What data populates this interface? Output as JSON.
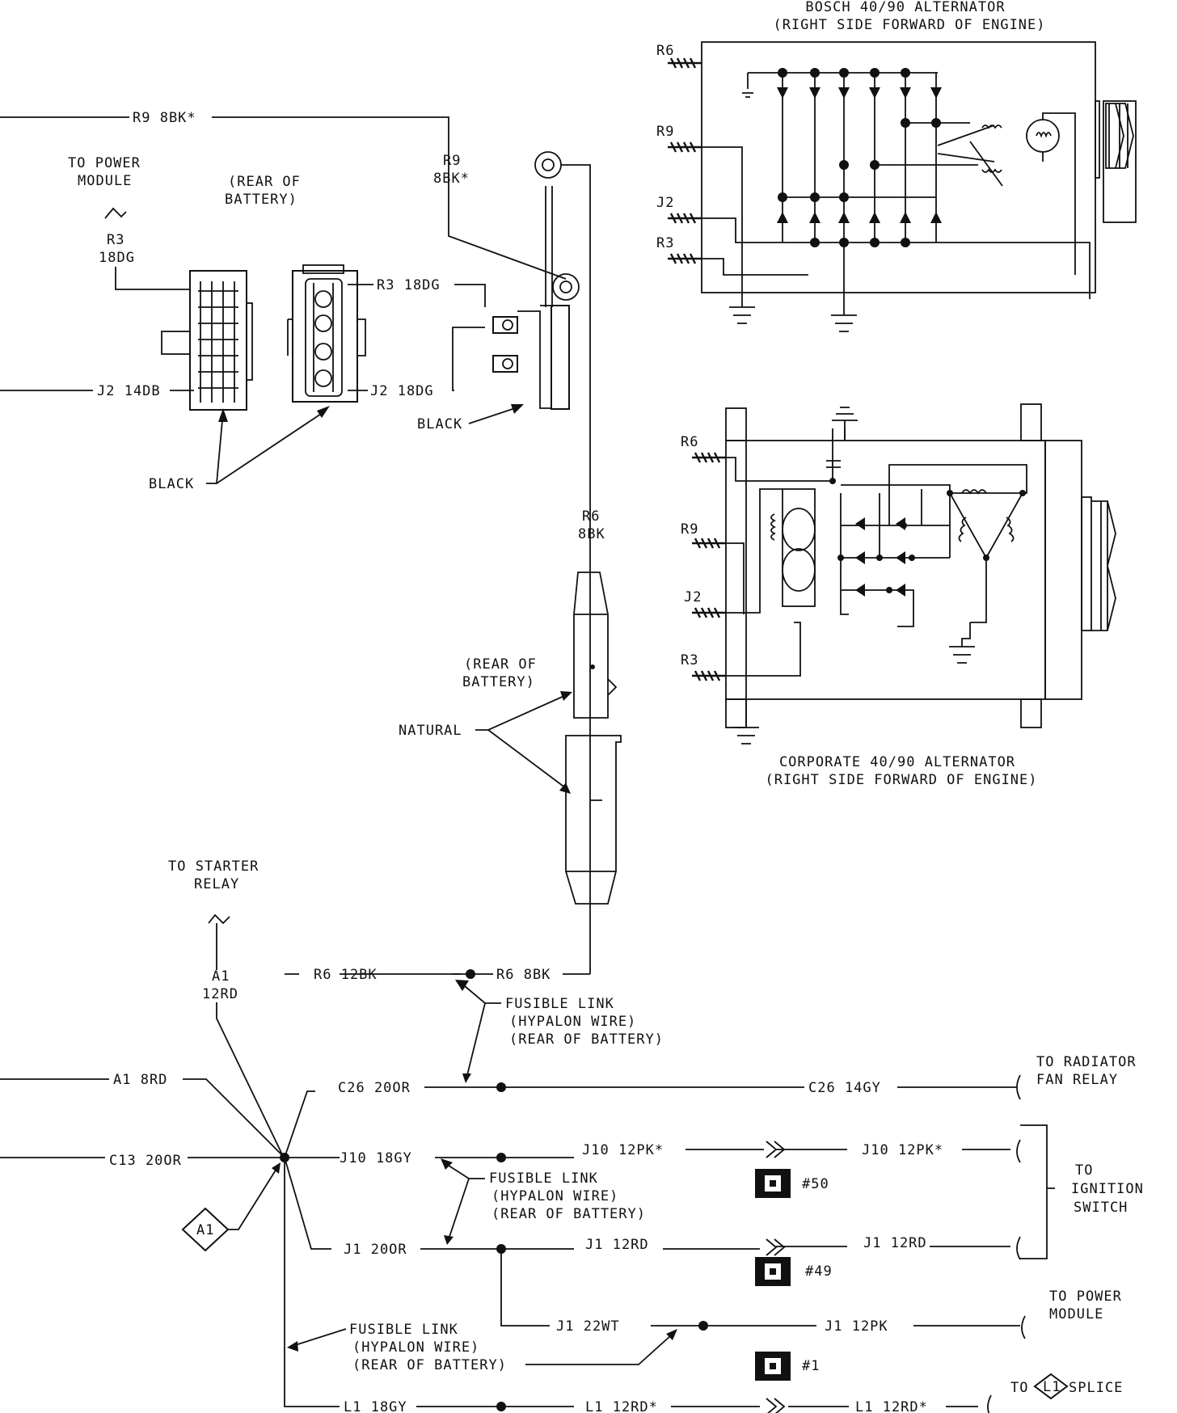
{
  "bosch": {
    "title": "BOSCH 40/90 ALTERNATOR",
    "subtitle": "(RIGHT SIDE FORWARD OF ENGINE)",
    "terminals": [
      "R6",
      "R9",
      "J2",
      "R3"
    ]
  },
  "corporate": {
    "title": "CORPORATE 40/90 ALTERNATOR",
    "subtitle": "(RIGHT SIDE FORWARD OF ENGINE)",
    "terminals": [
      "R6",
      "R9",
      "J2",
      "R3"
    ]
  },
  "labels": {
    "r9_top": "R9 8BK*",
    "r9_vert_1": "R9",
    "r9_vert_2": "8BK*",
    "to_power_module_1": "TO POWER",
    "to_power_module_2": "MODULE",
    "rear_battery_a_1": "(REAR OF",
    "rear_battery_a_2": "BATTERY)",
    "r3_left_1": "R3",
    "r3_left_2": "18DG",
    "r3_right": "R3 18DG",
    "j2_left": "J2 14DB",
    "j2_right": "J2 18DG",
    "black_1": "BLACK",
    "black_2": "BLACK",
    "r6_vert_1": "R6",
    "r6_vert_2": "8BK",
    "rear_battery_b_1": "(REAR OF",
    "rear_battery_b_2": "BATTERY)",
    "natural": "NATURAL",
    "to_starter_1": "TO STARTER",
    "to_starter_2": "RELAY",
    "a1_vert_1": "A1",
    "a1_vert_2": "12RD",
    "r6_12bk": "R6 12BK",
    "r6_8bk": "R6 8BK",
    "fusible_a_1": "FUSIBLE LINK",
    "fusible_a_2": "(HYPALON WIRE)",
    "fusible_a_3": "(REAR OF BATTERY)",
    "a1_8rd": "A1 8RD",
    "c26_20or": "C26 20OR",
    "c26_14gy": "C26 14GY",
    "to_radiator_1": "TO RADIATOR",
    "to_radiator_2": "FAN RELAY",
    "c13_20or": "C13 20OR",
    "j10_18gy": "J10 18GY",
    "j10_12pk_a": "J10 12PK*",
    "j10_12pk_b": "J10 12PK*",
    "fusible_b_1": "FUSIBLE LINK",
    "fusible_b_2": "(HYPALON WIRE)",
    "fusible_b_3": "(REAR OF BATTERY)",
    "num_50": "#50",
    "to_ignition_1": "TO",
    "to_ignition_2": "IGNITION",
    "to_ignition_3": "SWITCH",
    "a1_diamond": "A1",
    "j1_20or": "J1 20OR",
    "j1_12rd_a": "J1 12RD",
    "j1_12rd_b": "J1 12RD",
    "num_49": "#49",
    "to_power_module_b_1": "TO POWER",
    "to_power_module_b_2": "MODULE",
    "j1_22wt": "J1 22WT",
    "j1_12pk": "J1 12PK",
    "fusible_c_1": "FUSIBLE LINK",
    "fusible_c_2": "(HYPALON WIRE)",
    "fusible_c_3": "(REAR OF BATTERY)",
    "num_1": "#1",
    "l1_18gy": "L1 18GY",
    "l1_12rd_a": "L1 12RD*",
    "l1_12rd_b": "L1 12RD*",
    "to_l1": "TO",
    "l1_diamond": "L1",
    "splice": "SPLICE"
  }
}
